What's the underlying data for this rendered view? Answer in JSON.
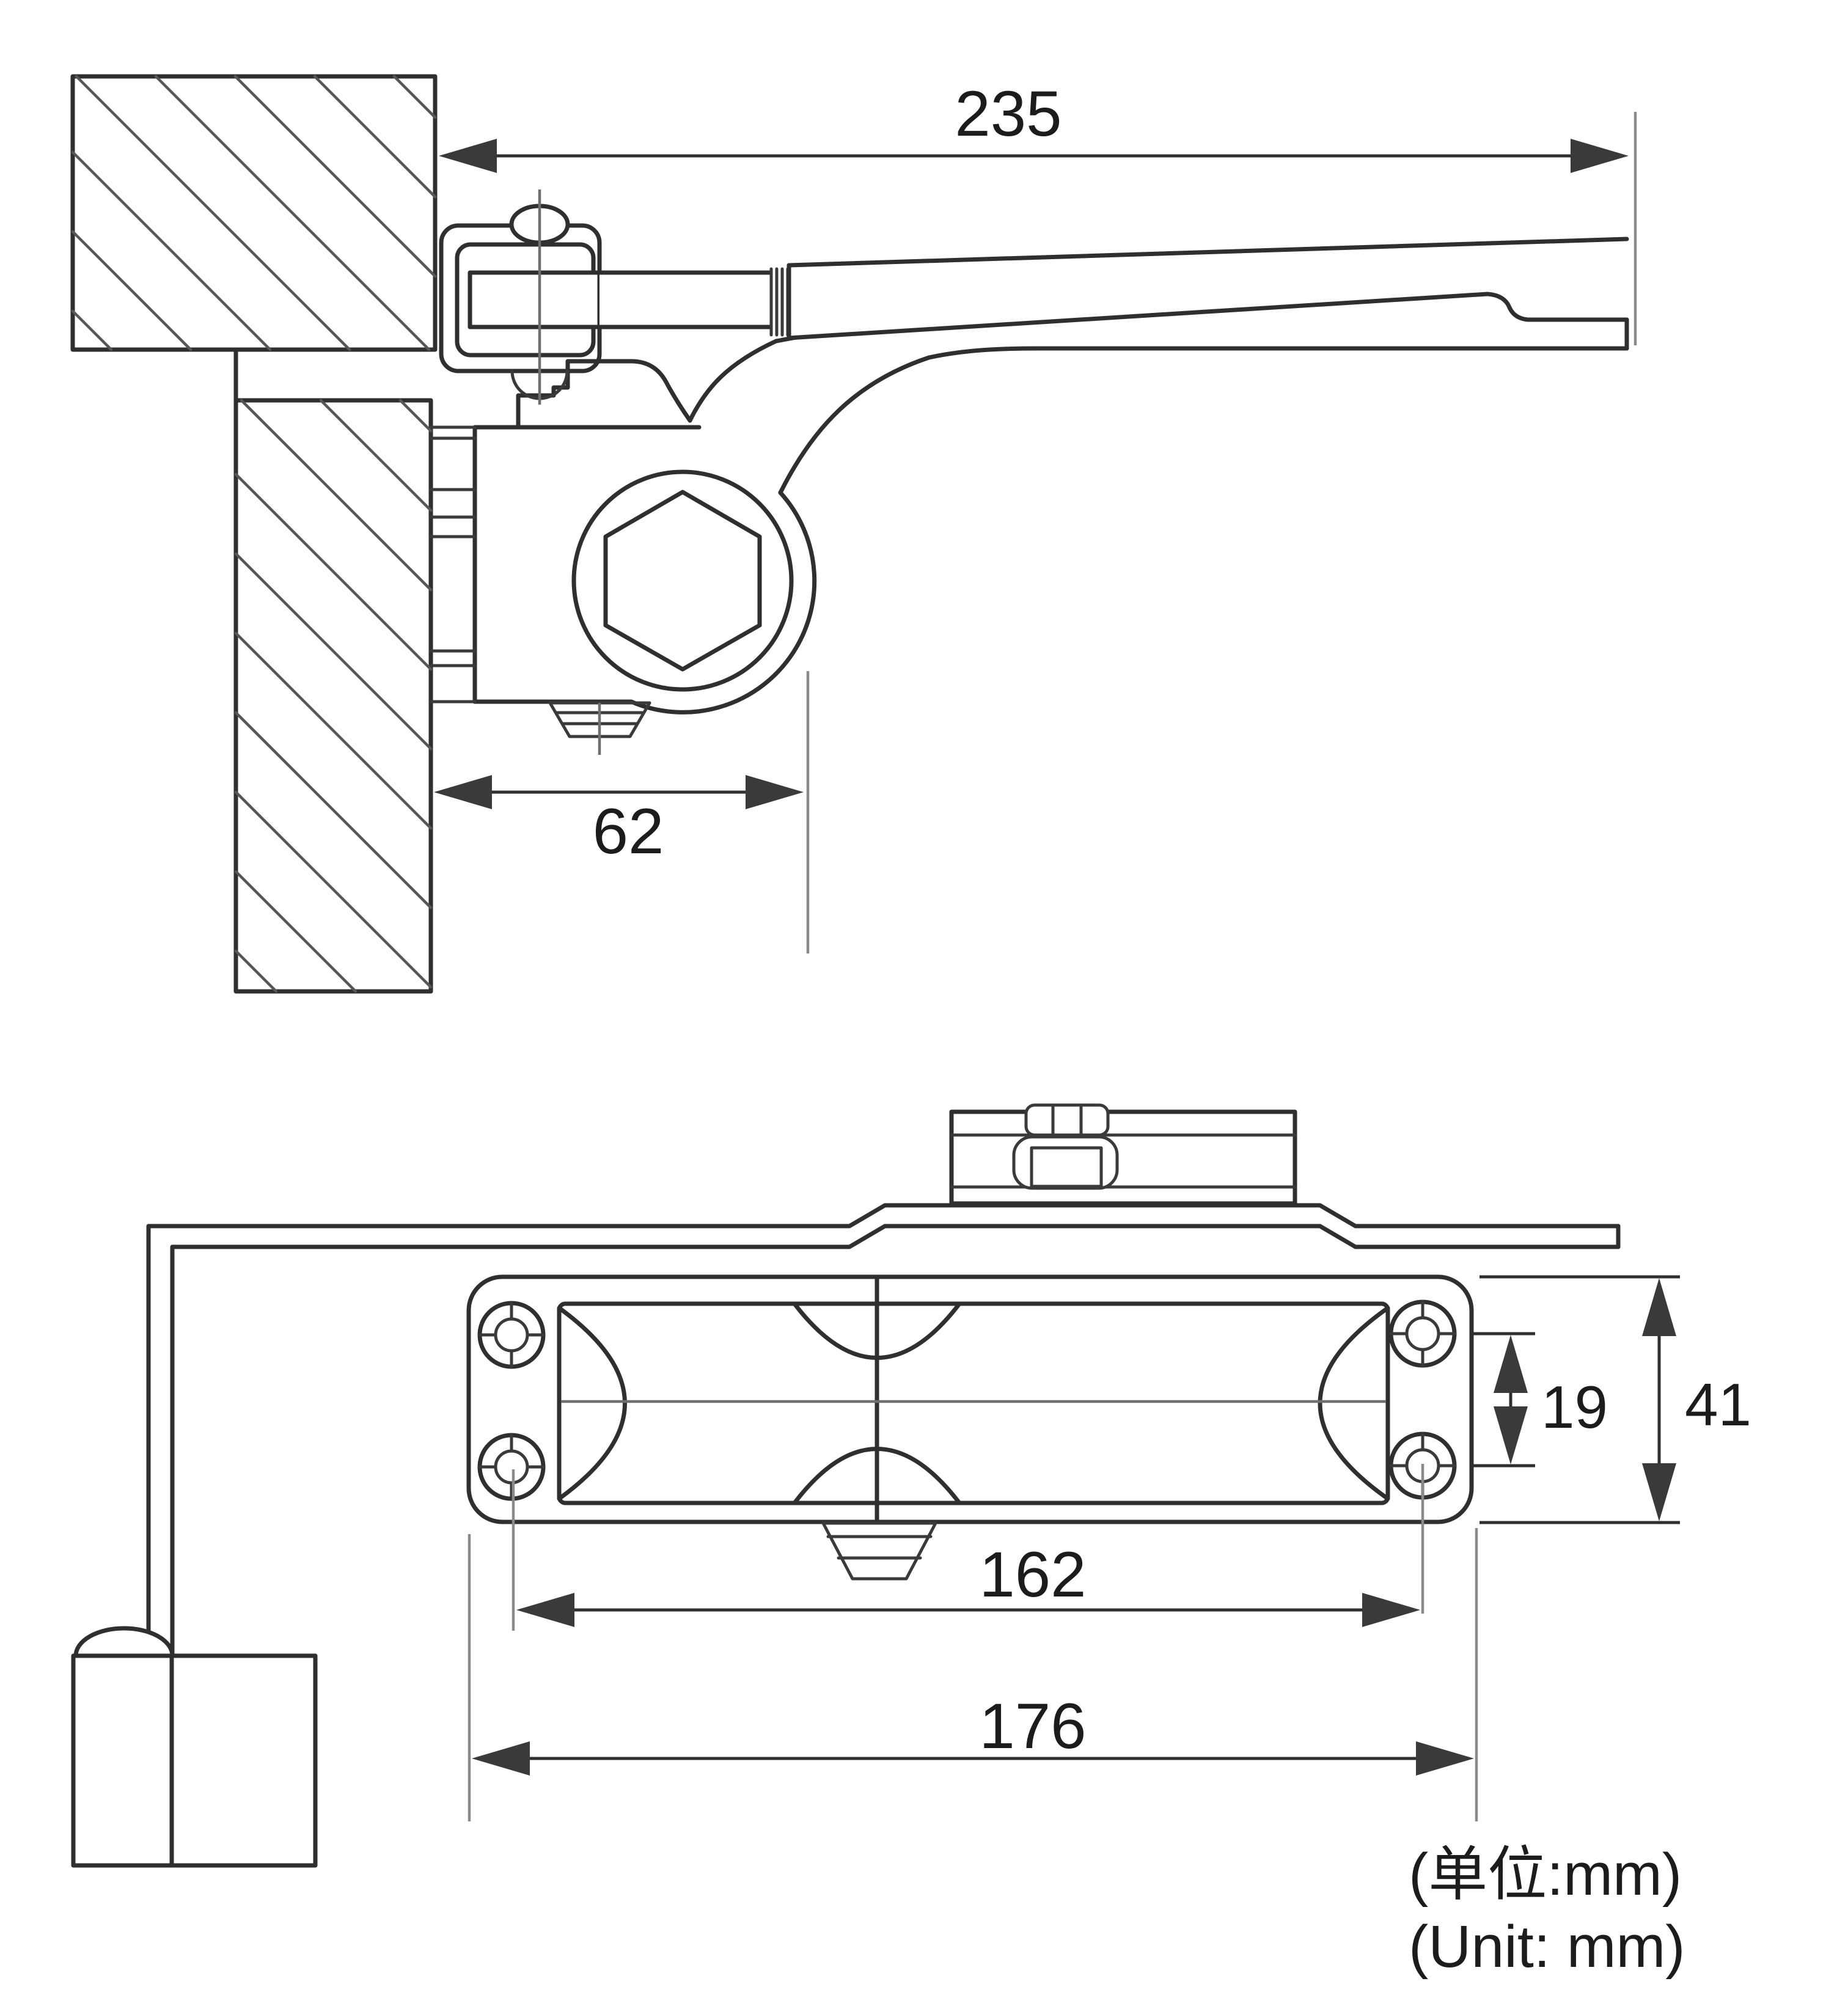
{
  "drawing": {
    "top_view": {
      "dim_arm_length": "235",
      "dim_body_offset": "62"
    },
    "bottom_view": {
      "dim_screw_spacing": "162",
      "dim_overall_length": "176",
      "dim_screw_gap": "19",
      "dim_body_height": "41"
    },
    "units": {
      "line1": "(单位:mm)",
      "line2": "(Unit: mm)"
    }
  }
}
